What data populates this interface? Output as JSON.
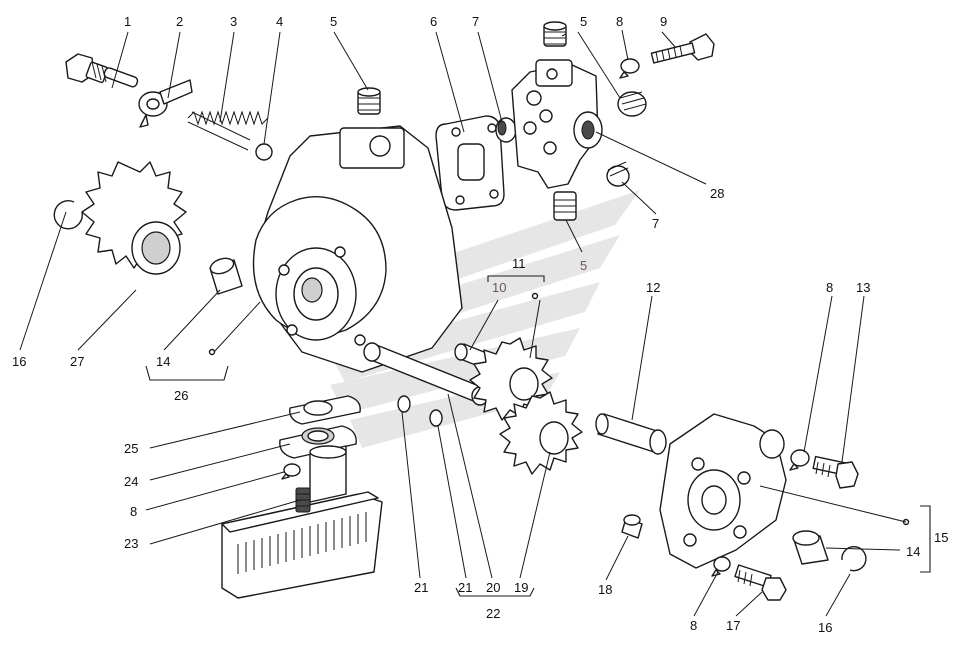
{
  "callouts": {
    "c1": "1",
    "c2": "2",
    "c3": "3",
    "c4": "4",
    "c5a": "5",
    "c6": "6",
    "c7a": "7",
    "c5b": "5",
    "c8a": "8",
    "c9": "9",
    "c28": "28",
    "c7b": "7",
    "c5c": "5",
    "c16a": "16",
    "c27": "27",
    "c14a": "14",
    "c26": "26",
    "c11": "11",
    "c10": "10",
    "c12": "12",
    "c8b": "8",
    "c13": "13",
    "c25": "25",
    "c24": "24",
    "c8c": "8",
    "c23": "23",
    "c21a": "21",
    "c21b": "21",
    "c20": "20",
    "c19": "19",
    "c22": "22",
    "c18": "18",
    "c15": "15",
    "c14b": "14",
    "c8d": "8",
    "c17": "17",
    "c16b": "16"
  }
}
